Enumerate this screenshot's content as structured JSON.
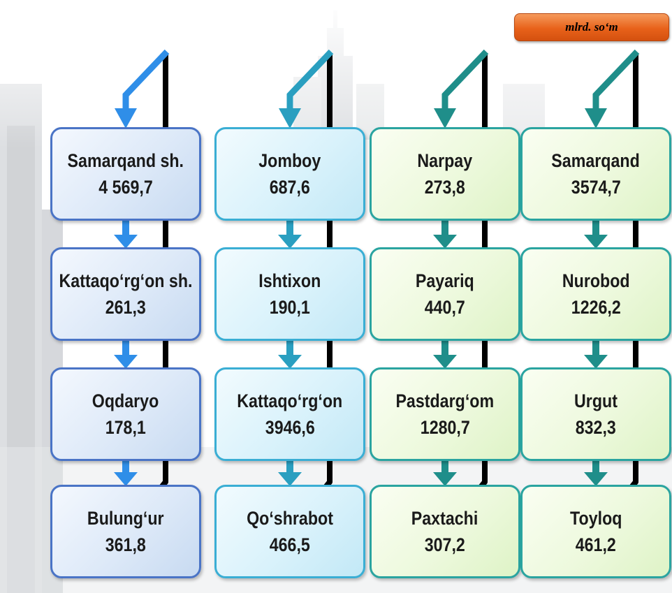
{
  "unit": "mlrd. so‘m",
  "colors": {
    "blue": "#4a74c6",
    "cyan": "#3aaed4",
    "green": "#2aa4a0",
    "arrow_blue": "#2f8ee8",
    "arrow_cyan": "#2a9fc0",
    "arrow_green": "#1f8e8a",
    "badge": "#e8621a"
  },
  "columns": [
    {
      "theme": "blue",
      "nodes": [
        {
          "name": "Samarqand sh.",
          "value": "4 569,7"
        },
        {
          "name": "Kattaqo‘rg‘on sh.",
          "value": "261,3"
        },
        {
          "name": "Oqdaryo",
          "value": "178,1"
        },
        {
          "name": "Bulung‘ur",
          "value": "361,8"
        }
      ]
    },
    {
      "theme": "cyan",
      "nodes": [
        {
          "name": "Jomboy",
          "value": "687,6"
        },
        {
          "name": "Ishtixon",
          "value": "190,1"
        },
        {
          "name": "Kattaqo‘rg‘on",
          "value": "3946,6"
        },
        {
          "name": "Qo‘shrabot",
          "value": "466,5"
        }
      ]
    },
    {
      "theme": "green",
      "nodes": [
        {
          "name": "Narpay",
          "value": "273,8"
        },
        {
          "name": "Payariq",
          "value": "440,7"
        },
        {
          "name": "Pastdarg‘om",
          "value": "1280,7"
        },
        {
          "name": "Paxtachi",
          "value": "307,2"
        }
      ]
    },
    {
      "theme": "green",
      "nodes": [
        {
          "name": "Samarqand",
          "value": "3574,7"
        },
        {
          "name": "Nurobod",
          "value": "1226,2"
        },
        {
          "name": "Urgut",
          "value": "832,3"
        },
        {
          "name": "Toyloq",
          "value": "461,2"
        }
      ]
    }
  ]
}
